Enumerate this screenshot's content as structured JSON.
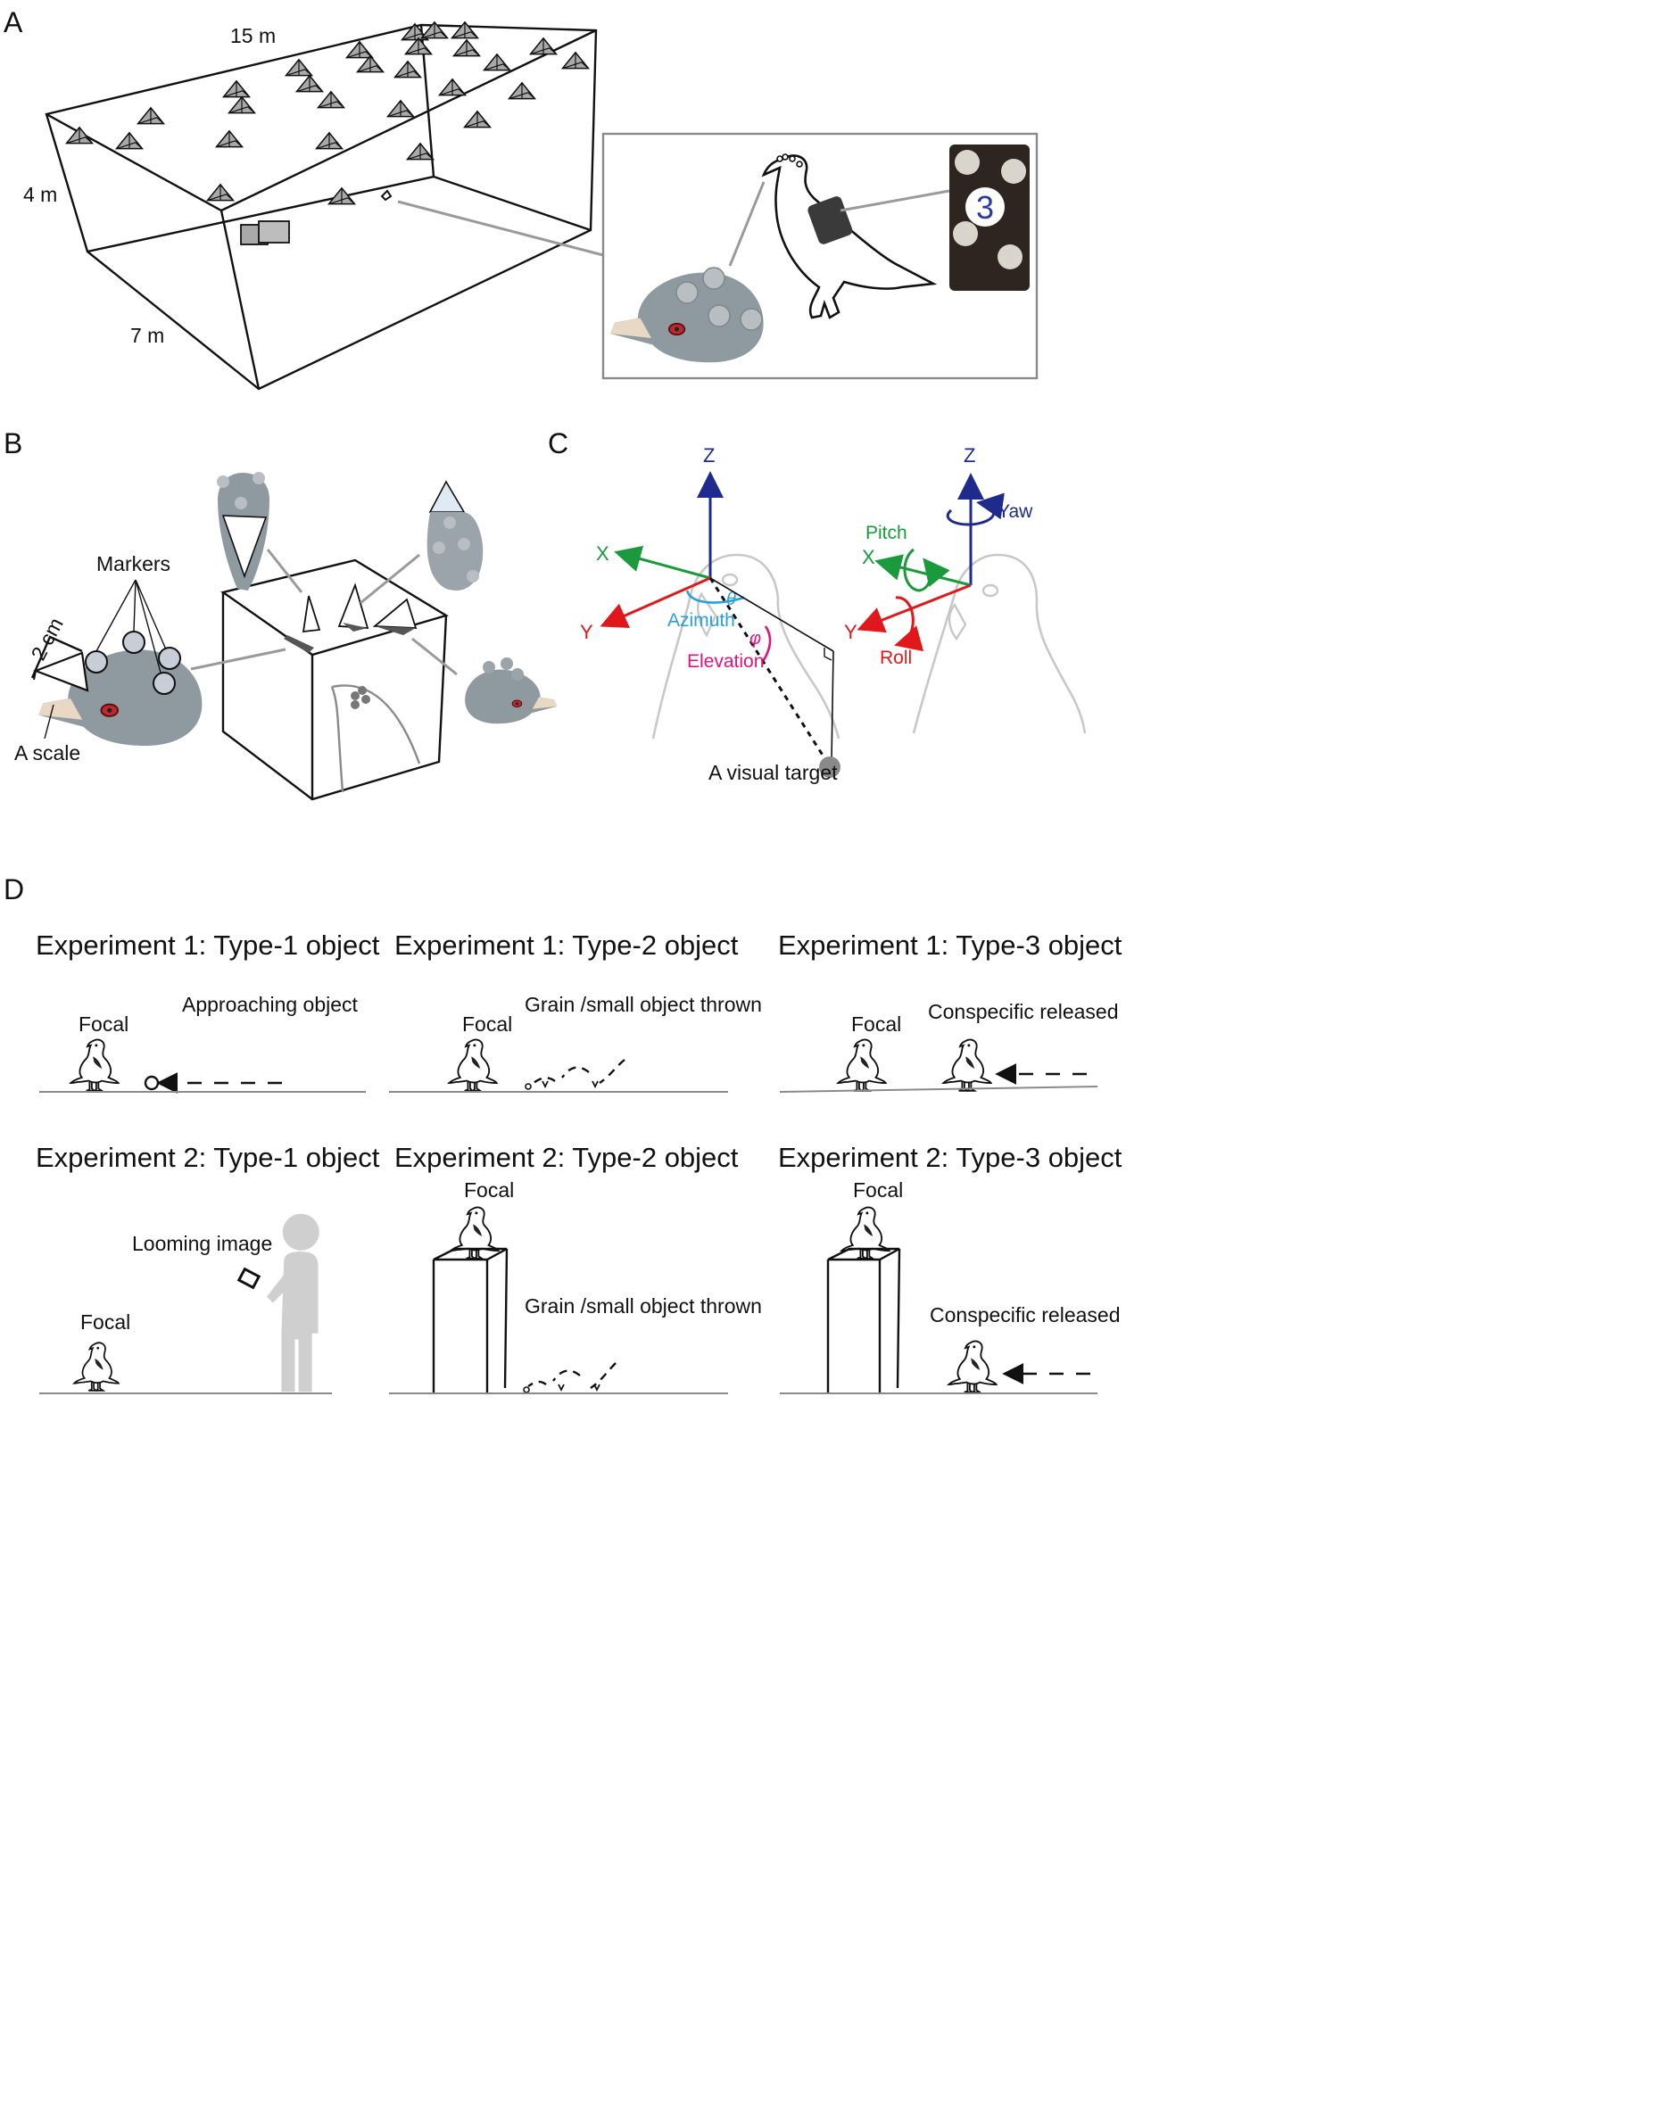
{
  "panels": {
    "A": {
      "letter": "A",
      "dim_length": "15 m",
      "dim_height": "4 m",
      "dim_width": "7 m",
      "marker_number": "3",
      "icons": [
        "camera-icon",
        "pigeon-head-photo",
        "pigeon-outline-icon",
        "backpack-marker-photo"
      ]
    },
    "B": {
      "letter": "B",
      "markers_label": "Markers",
      "scale_size_label": "2 cm",
      "scale_label": "A scale",
      "icons": [
        "pigeon-head-photo",
        "head-marker-pyramid-icon"
      ]
    },
    "C": {
      "letter": "C",
      "left_axes": {
        "z": "Z",
        "x": "X",
        "y": "Y"
      },
      "theta": "θ",
      "phi": "φ",
      "azimuth": "Azimuth",
      "elevation": "Elevation",
      "target": "A visual target",
      "right_axes": {
        "z": "Z",
        "x": "X",
        "y": "Y"
      },
      "yaw": "Yaw",
      "pitch": "Pitch",
      "roll": "Roll",
      "colors": {
        "z": "#1e2b8c",
        "x": "#1a9a3c",
        "y": "#e0181c",
        "azimuth": "#29a0dc",
        "elevation": "#e0147a"
      }
    },
    "D": {
      "letter": "D",
      "row1": [
        {
          "title": "Experiment 1: Type-1 object",
          "focal": "Focal",
          "stimulus": "Approaching object"
        },
        {
          "title": "Experiment 1: Type-2 object",
          "focal": "Focal",
          "stimulus": "Grain /small object thrown"
        },
        {
          "title": "Experiment 1: Type-3 object",
          "focal": "Focal",
          "stimulus": "Conspecific released"
        }
      ],
      "row2": [
        {
          "title": "Experiment 2: Type-1 object",
          "focal": "Focal",
          "stimulus": "Looming image"
        },
        {
          "title": "Experiment 2: Type-2 object",
          "focal": "Focal",
          "stimulus": "Grain /small object thrown"
        },
        {
          "title": "Experiment 2: Type-3 object",
          "focal": "Focal",
          "stimulus": "Conspecific released"
        }
      ]
    }
  }
}
